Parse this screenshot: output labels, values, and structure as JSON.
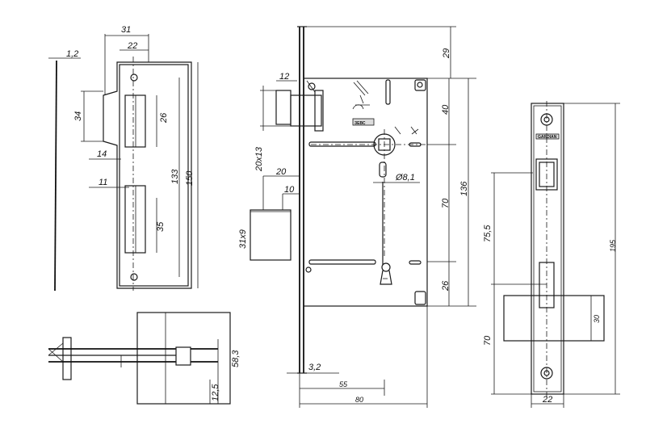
{
  "diagram": {
    "strike_plate": {
      "dims": {
        "w31": "31",
        "w22": "22",
        "t12": "1,2",
        "d34": "34",
        "d26": "26",
        "d14": "14",
        "d11": "11",
        "d35": "35",
        "d133": "133",
        "d150": "150"
      },
      "bottom": {
        "d583": "58,3",
        "d125": "12,5"
      }
    },
    "lock_body": {
      "dims": {
        "d29": "29",
        "d40": "40",
        "d70": "70",
        "d26": "26",
        "d136": "136",
        "d12": "12",
        "d20x13": "20x13",
        "d20": "20",
        "d10": "10",
        "d31x9": "31x9",
        "d32": "3,2",
        "d55": "55",
        "d80": "80",
        "d81": "Ø8,1"
      },
      "label": "ЗЕВС"
    },
    "front_plate": {
      "dims": {
        "d755": "75,5",
        "d195": "195",
        "d70": "70",
        "d30": "30",
        "d22": "22"
      },
      "logo": "GARDIAN"
    }
  }
}
